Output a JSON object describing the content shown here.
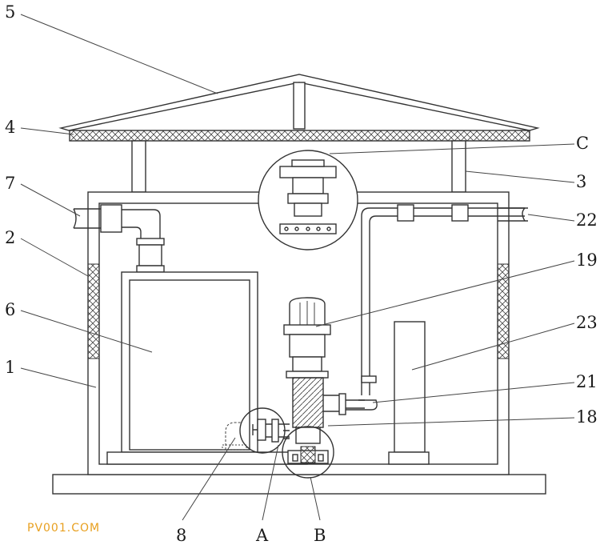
{
  "watermark": "PV001.COM",
  "labels": {
    "l5": "5",
    "l4": "4",
    "l7": "7",
    "l2": "2",
    "l6": "6",
    "l1": "1",
    "l8": "8",
    "lA": "A",
    "lB": "B",
    "lC": "C",
    "l3": "3",
    "l22": "22",
    "l19": "19",
    "l23": "23",
    "l21": "21",
    "l18": "18"
  },
  "colors": {
    "line": "#333333",
    "watermark": "#e8a020",
    "background": "#ffffff"
  }
}
